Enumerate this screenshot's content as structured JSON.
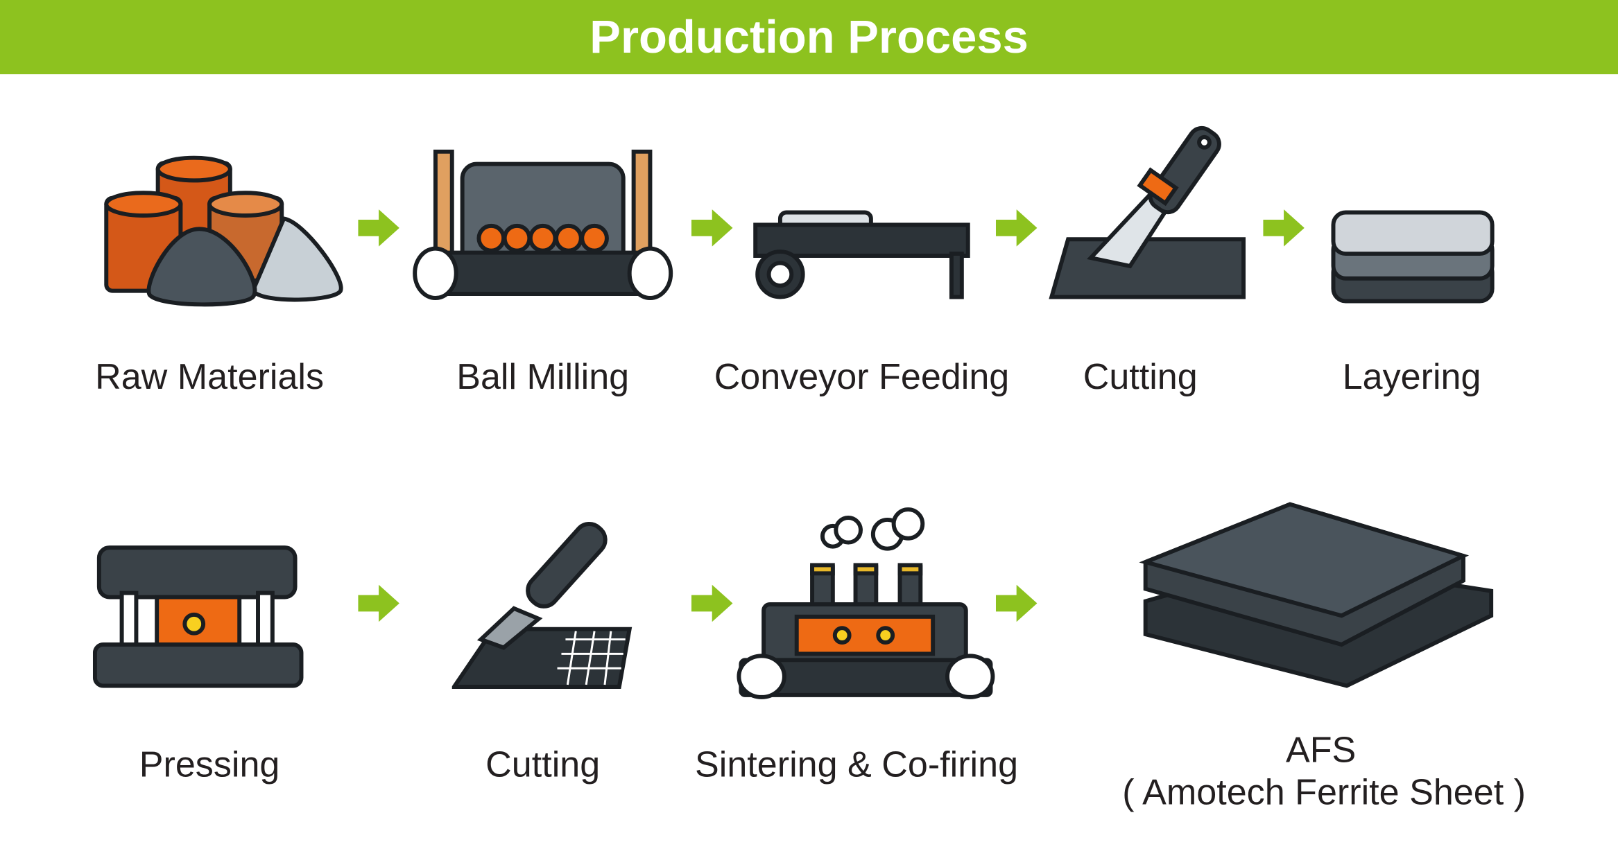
{
  "header": {
    "title": "Production Process"
  },
  "colors": {
    "accent": "#8dc21f",
    "orange": "#e8641a",
    "dark": "#3c4349"
  },
  "steps_row1": [
    {
      "label": "Raw Materials",
      "icon": "raw-materials-icon"
    },
    {
      "label": "Ball Milling",
      "icon": "ball-mill-icon"
    },
    {
      "label": "Conveyor Feeding",
      "icon": "conveyor-icon"
    },
    {
      "label": "Cutting",
      "icon": "cutting-knife-icon"
    },
    {
      "label": "Layering",
      "icon": "layers-icon"
    }
  ],
  "steps_row2": [
    {
      "label": "Pressing",
      "icon": "press-icon"
    },
    {
      "label": "Cutting",
      "icon": "grid-cutting-icon"
    },
    {
      "label": "Sintering & Co-firing",
      "icon": "furnace-icon"
    },
    {
      "label": "AFS",
      "sublabel": "( Amotech Ferrite Sheet )",
      "icon": "ferrite-sheet-icon"
    }
  ]
}
